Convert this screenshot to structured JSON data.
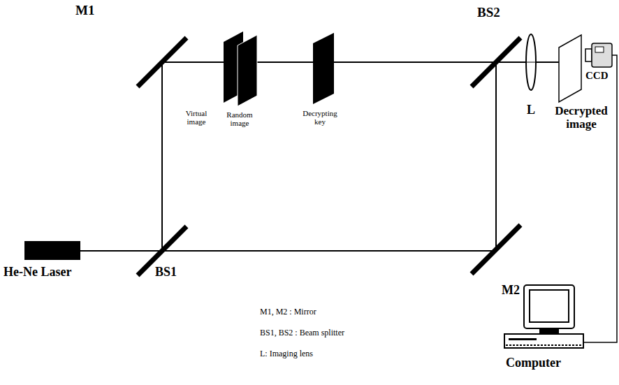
{
  "diagram": {
    "labels": [
      "M1",
      "BS2",
      "Virtual image",
      "Random image",
      "Decrypting key",
      "L",
      "Decrypted image",
      "CCD",
      "He-Ne Laser",
      "BS1",
      "M2",
      "Computer",
      "M1, M2 : Mirror",
      "BS1, BS2 : Beam splitter",
      "L: Imaging lens"
    ]
  }
}
